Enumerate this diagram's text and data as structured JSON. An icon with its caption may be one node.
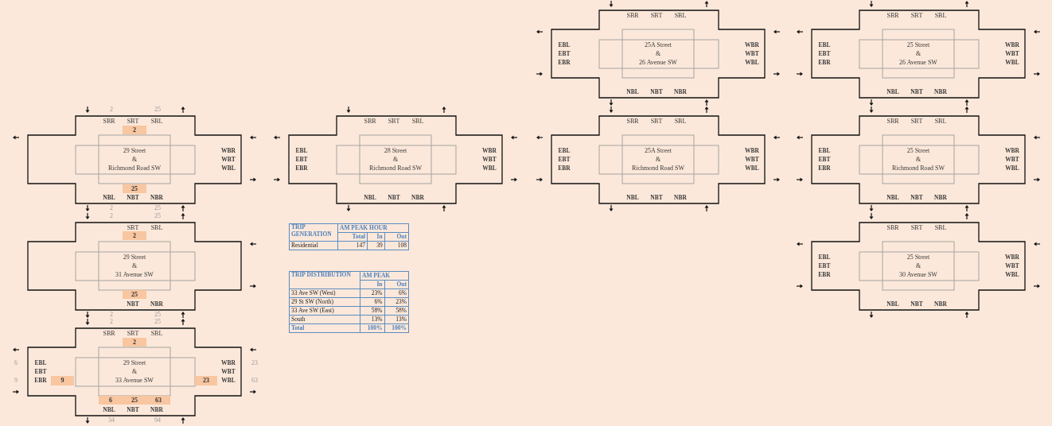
{
  "diagram": {
    "nodes": [
      {
        "text": [
          "SBR",
          "SBT",
          "SBL",
          "EBL",
          "EBT",
          "EBR",
          "25A Street",
          "&",
          "26 Avenue SW",
          "WBR",
          "WBT",
          "WBL",
          "NBL",
          "NBT",
          "NBR"
        ]
      },
      {
        "text": [
          "SBR",
          "SBT",
          "SBL",
          "EBL",
          "EBT",
          "EBR",
          "25 Street",
          "&",
          "26 Avenue SW",
          "WBR",
          "WBT",
          "WBL",
          "NBL",
          "NBT",
          "NBR"
        ]
      },
      {
        "text": [
          "SBR",
          "SBT",
          "SBL",
          "29 Street",
          "&",
          "Richmond Road SW",
          "WBR",
          "WBT",
          "WBL",
          "NBL",
          "NBT",
          "NBR"
        ],
        "beside": [
          "2",
          "25",
          "2",
          "25"
        ]
      },
      {
        "text": [
          "2"
        ],
        "in": 2
      },
      {
        "text": [
          "25"
        ],
        "in": 2
      },
      {
        "text": [
          "SBR",
          "SBT",
          "SBL",
          "EBL",
          "EBT",
          "EBR",
          "28 Street",
          "&",
          "Richmond Road SW",
          "WBR",
          "WBT",
          "WBL",
          "NBL",
          "NBT",
          "NBR"
        ]
      },
      {
        "text": [
          "SBR",
          "SBT",
          "SBL",
          "EBL",
          "EBT",
          "EBR",
          "25A Street",
          "&",
          "Richmond Road SW",
          "WBR",
          "WBT",
          "WBL",
          "NBL",
          "NBT",
          "NBR"
        ]
      },
      {
        "text": [
          "SBR",
          "SBT",
          "SBL",
          "EBL",
          "EBT",
          "EBR",
          "25 Street",
          "&",
          "Richmond Road SW",
          "WBR",
          "WBT",
          "WBL",
          "NBL",
          "NBT",
          "NBR"
        ]
      },
      {
        "text": [
          "SBT",
          "SBL",
          "29 Street",
          "&",
          "31 Avenue SW",
          "NBT",
          "NBR"
        ],
        "beside": [
          "2",
          "25",
          "2",
          "25"
        ]
      },
      {
        "text": [
          "2"
        ],
        "in": 8
      },
      {
        "text": [
          "25"
        ],
        "in": 8
      },
      {
        "text": [
          "SBR",
          "SBT",
          "SBL",
          "EBL",
          "EBT",
          "EBR",
          "25 Street",
          "&",
          "30 Avenue SW",
          "WBR",
          "WBT",
          "WBL",
          "NBL",
          "NBT",
          "NBR"
        ]
      },
      {
        "text": [
          "SBR",
          "SBT",
          "SBL",
          "EBL",
          "EBT",
          "EBR",
          "29 Street",
          "&",
          "33 Avenue SW",
          "WBR",
          "WBT",
          "WBL",
          "NBL",
          "NBT",
          "NBR"
        ],
        "beside": [
          "2",
          "25",
          "6",
          "9",
          "23",
          "63",
          "34",
          "94"
        ]
      },
      {
        "text": [
          "2"
        ],
        "in": 12
      },
      {
        "text": [
          "9"
        ],
        "in": 12
      },
      {
        "text": [
          "23"
        ],
        "in": 12
      },
      {
        "text": [
          "6"
        ],
        "in": 12
      },
      {
        "text": [
          "25"
        ],
        "in": 12
      },
      {
        "text": [
          "63"
        ],
        "in": 12
      }
    ],
    "labels": [
      "TRIP GENERATION",
      "AM PEAK HOUR",
      "Total",
      "In",
      "Out",
      "Residential",
      "147",
      "39",
      "108",
      "TRIP DISTRIBUTION",
      "AM PEAK",
      "In",
      "Out",
      "33 Ave SW (West)",
      "23%",
      "6%",
      "29 St SW (North)",
      "6%",
      "23%",
      "33 Ave SW (East)",
      "58%",
      "58%",
      "South",
      "13%",
      "13%",
      "Total",
      "100%",
      "100%"
    ]
  }
}
